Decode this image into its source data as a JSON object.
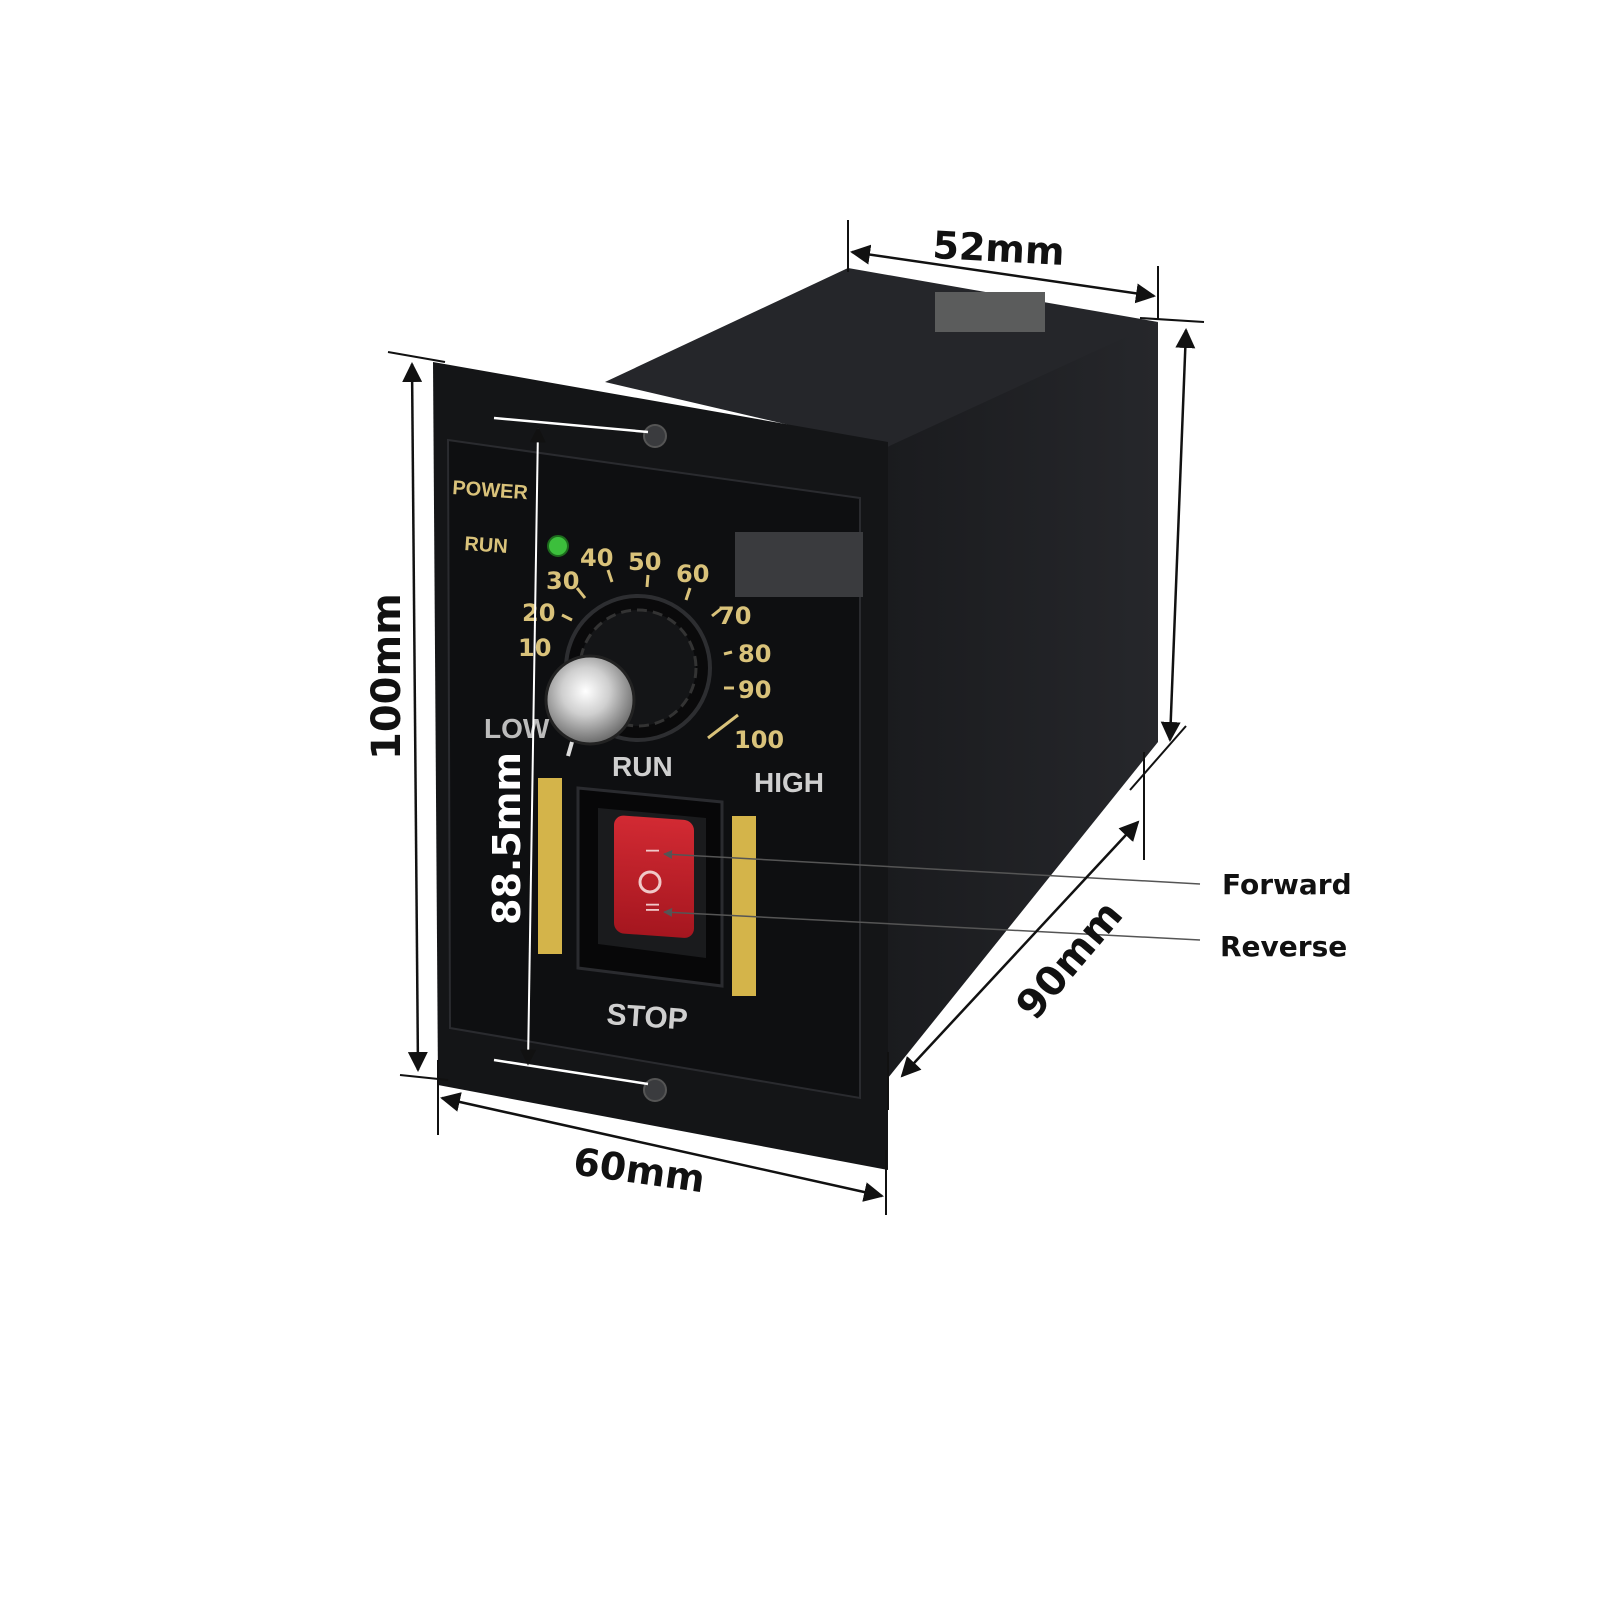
{
  "dimensions": {
    "top_width": "52mm",
    "right_height": "",
    "panel_height": "100mm",
    "hole_spacing": "88.5mm",
    "panel_width": "60mm",
    "depth": "90mm"
  },
  "panel": {
    "power_label": "POWER",
    "run_indicator_label": "RUN",
    "scale_ticks": [
      "10",
      "20",
      "30",
      "40",
      "50",
      "60",
      "70",
      "80",
      "90",
      "100"
    ],
    "low_label": "LOW",
    "high_label": "HIGH",
    "switch_run_label": "RUN",
    "stop_label": "STOP",
    "switch_top_symbol": "I",
    "switch_mid_symbol": "O",
    "switch_bottom_symbol": "II"
  },
  "callouts": {
    "forward": "Forward",
    "reverse": "Reverse"
  },
  "colors": {
    "body": "#1c1d20",
    "panel": "#141517",
    "gold": "#d9c27a",
    "switch_red": "#c0222b",
    "led_green": "#3cbf3c"
  },
  "icons": {
    "knob": "speed-knob-icon",
    "led": "run-led-icon",
    "switch": "rocker-switch-icon"
  }
}
